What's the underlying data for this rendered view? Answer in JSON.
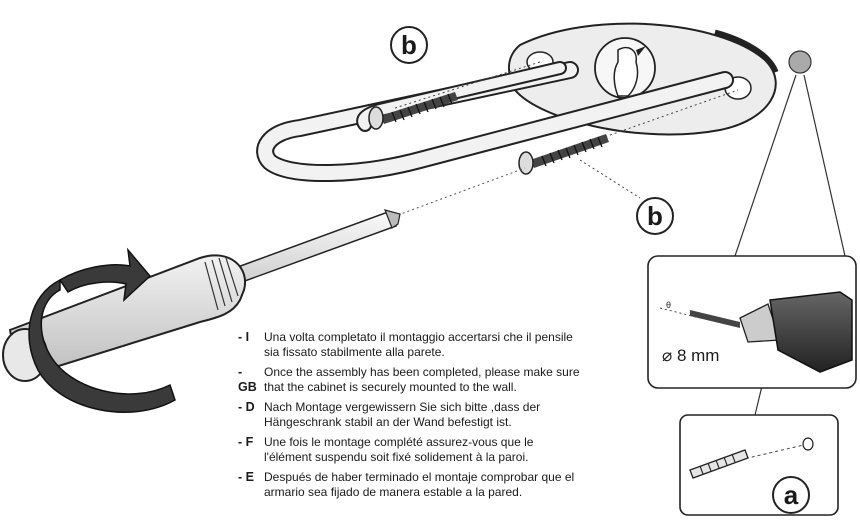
{
  "labels": {
    "screw": "b",
    "anchor": "a"
  },
  "drill_size": "⌀ 8 mm",
  "instructions": [
    {
      "code": "- I",
      "lines": [
        "Una volta completato il montaggio accertarsi che il pensile",
        "sia fissato stabilmente alla parete."
      ]
    },
    {
      "code": "- GB",
      "lines": [
        "Once the assembly has been completed, please make sure",
        "that the cabinet is securely mounted to the wall."
      ]
    },
    {
      "code": "- D",
      "lines": [
        "Nach Montage vergewissern Sie sich bitte ,dass der",
        "Hängeschrank stabil an der Wand befestigt ist."
      ]
    },
    {
      "code": "- F",
      "lines": [
        "Une fois le montage complété assurez-vous que le",
        "l'élément suspendu soit fixé solidement à la paroi."
      ]
    },
    {
      "code": "- E",
      "lines": [
        "Después de haber terminado el montaje comprobar que el",
        "armario sea fijado de manera estable a la pared."
      ]
    }
  ]
}
